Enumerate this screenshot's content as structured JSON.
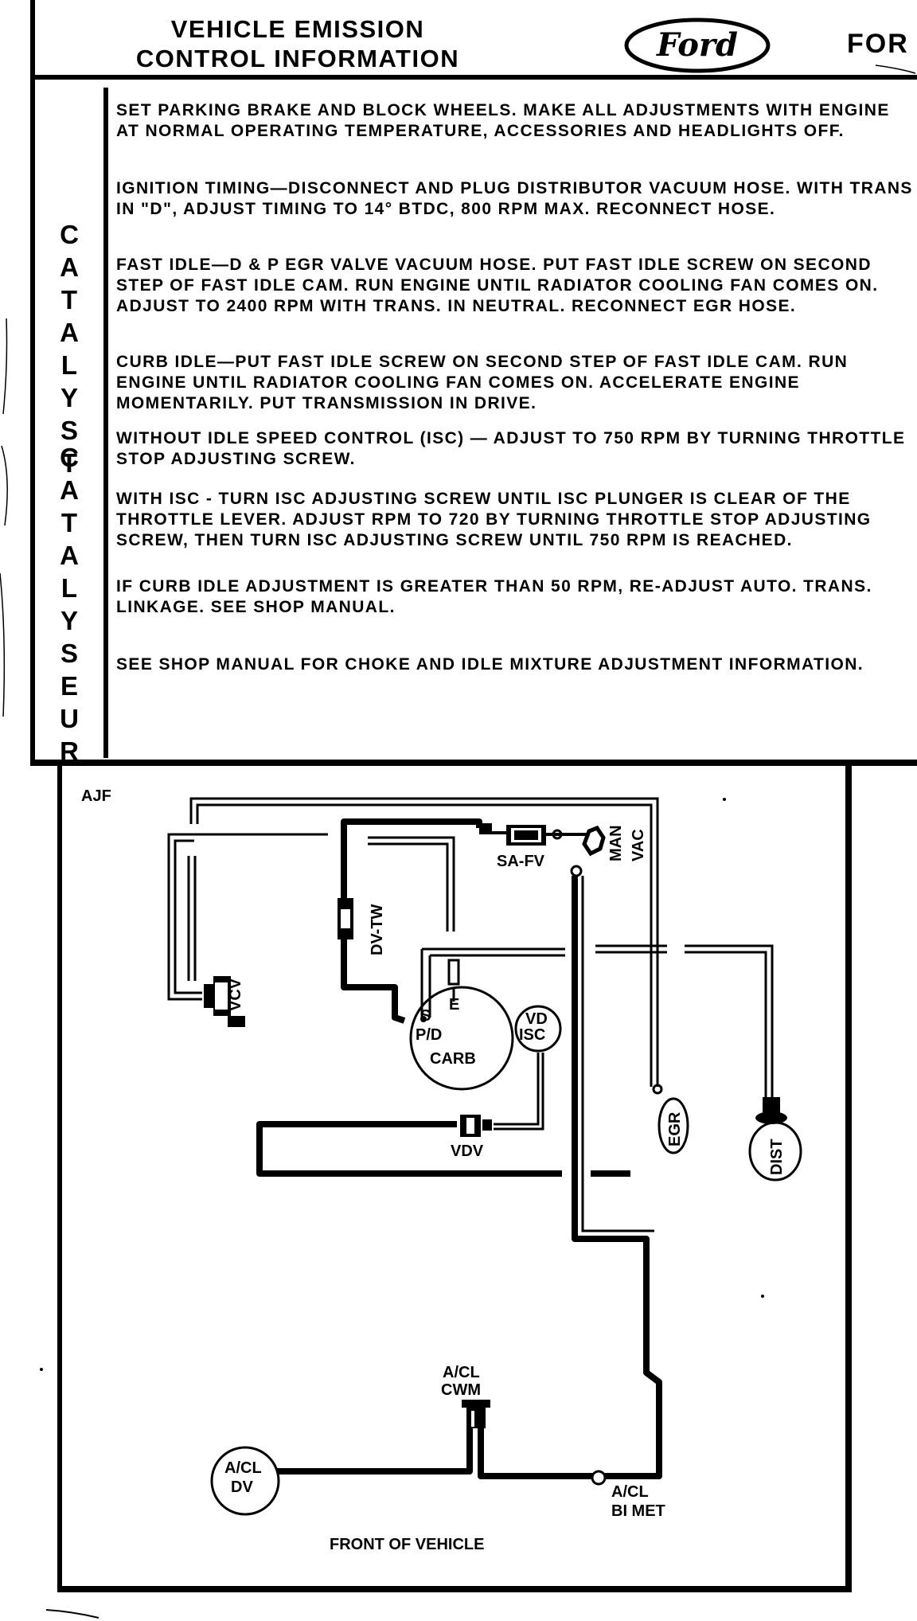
{
  "header": {
    "title_line1": "VEHICLE EMISSION",
    "title_line2": "CONTROL INFORMATION",
    "logo_text": "Ford",
    "brand_cut": "FOR"
  },
  "side_labels": {
    "catalyst": [
      "C",
      "A",
      "T",
      "A",
      "L",
      "Y",
      "S",
      "T"
    ],
    "catalyseur": [
      "C",
      "A",
      "T",
      "A",
      "L",
      "Y",
      "S",
      "E",
      "U",
      "R"
    ]
  },
  "instructions": [
    "SET PARKING BRAKE AND BLOCK WHEELS. MAKE ALL ADJUSTMENTS WITH ENGINE AT NORMAL OPERATING TEMPERATURE, ACCESSORIES AND HEADLIGHTS OFF.",
    "IGNITION TIMING—DISCONNECT AND PLUG DISTRIBUTOR VACUUM HOSE. WITH TRANS IN \"D\", ADJUST TIMING TO 14° BTDC, 800 RPM MAX. RECONNECT HOSE.",
    "FAST IDLE—D & P EGR VALVE VACUUM HOSE. PUT FAST IDLE SCREW ON SECOND STEP OF FAST IDLE CAM. RUN ENGINE UNTIL RADIATOR COOLING FAN COMES ON. ADJUST TO 2400 RPM WITH TRANS. IN NEUTRAL. RECONNECT EGR HOSE.",
    "CURB IDLE—PUT FAST IDLE SCREW ON SECOND STEP OF FAST IDLE CAM. RUN ENGINE UNTIL RADIATOR COOLING FAN COMES ON. ACCELERATE ENGINE MOMENTARILY. PUT TRANSMISSION IN DRIVE.",
    "WITHOUT IDLE SPEED CONTROL (ISC) — ADJUST TO 750 RPM BY TURNING THROTTLE STOP ADJUSTING SCREW.",
    "WITH ISC - TURN ISC ADJUSTING SCREW UNTIL ISC PLUNGER IS CLEAR OF THE THROTTLE LEVER. ADJUST RPM TO 720 BY TURNING THROTTLE STOP ADJUSTING SCREW, THEN TURN ISC ADJUSTING SCREW UNTIL 750 RPM IS REACHED.",
    "IF CURB IDLE ADJUSTMENT IS GREATER THAN 50 RPM, RE-ADJUST AUTO. TRANS. LINKAGE. SEE SHOP MANUAL.",
    "SEE SHOP MANUAL FOR CHOKE AND IDLE MIXTURE ADJUSTMENT INFORMATION."
  ],
  "diagram": {
    "code": "AJF",
    "sa_fv": "SA-FV",
    "man": "MAN",
    "vac": "VAC",
    "dv_tw": "DV-TW",
    "vcv": "VCV",
    "carb_s": "S",
    "carb_e": "E",
    "carb_pd": "P/D",
    "carb": "CARB",
    "vd": "VD",
    "isc": "ISC",
    "vdv": "VDV",
    "egr": "EGR",
    "dist": "DIST",
    "acl_cwm_1": "A/CL",
    "acl_cwm_2": "CWM",
    "acl_dv_1": "A/CL",
    "acl_dv_2": "DV",
    "acl_bimet_1": "A/CL",
    "acl_bimet_2": "BI MET",
    "front": "FRONT OF VEHICLE"
  }
}
